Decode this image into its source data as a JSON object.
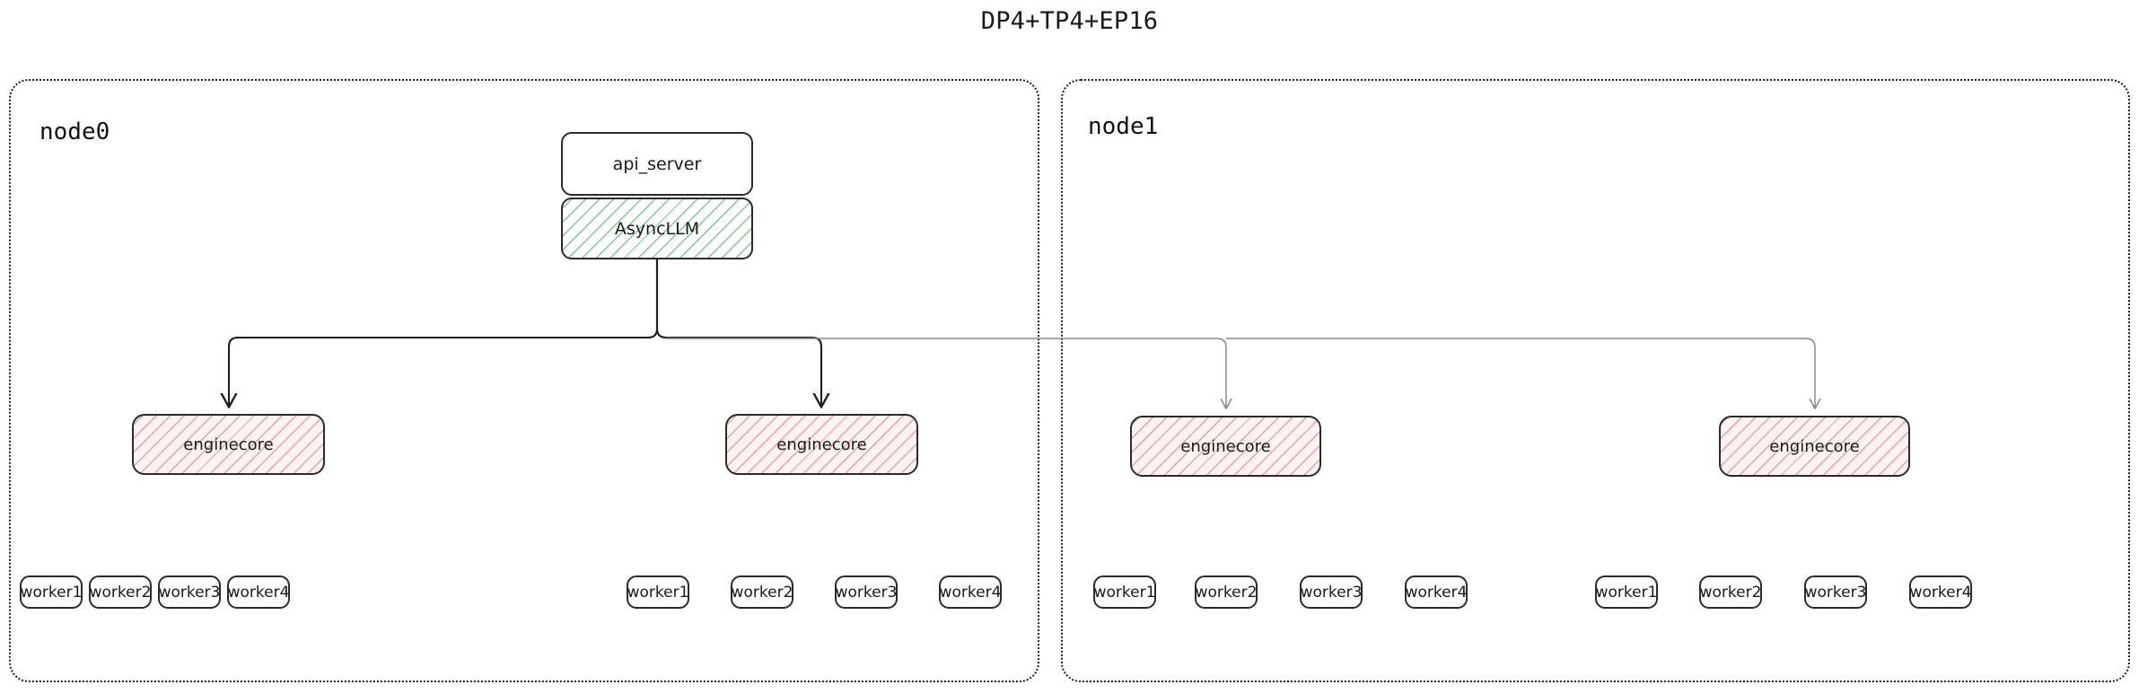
{
  "title": "DP4+TP4+EP16",
  "colors": {
    "background": "#ffffff",
    "stroke": "#2b2b2b",
    "container_border": "#1f1f1f",
    "async_hatch": "#68be78",
    "enginecore_hatch": "#e48282",
    "enginecore_fill": "#fdf3f3",
    "arrow_local": "#1f1f1f",
    "arrow_remote": "#8a8a8a"
  },
  "nodes": [
    {
      "id": "node0",
      "label": "node0",
      "api_server": {
        "label": "api_server"
      },
      "async_llm": {
        "label": "AsyncLLM"
      },
      "enginecores": [
        {
          "label": "enginecore",
          "workers": [
            {
              "label": "worker1"
            },
            {
              "label": "worker2"
            },
            {
              "label": "worker3"
            },
            {
              "label": "worker4"
            }
          ]
        },
        {
          "label": "enginecore",
          "workers": [
            {
              "label": "worker1"
            },
            {
              "label": "worker2"
            },
            {
              "label": "worker3"
            },
            {
              "label": "worker4"
            }
          ]
        }
      ]
    },
    {
      "id": "node1",
      "label": "node1",
      "enginecores": [
        {
          "label": "enginecore",
          "workers": [
            {
              "label": "worker1"
            },
            {
              "label": "worker2"
            },
            {
              "label": "worker3"
            },
            {
              "label": "worker4"
            }
          ]
        },
        {
          "label": "enginecore",
          "workers": [
            {
              "label": "worker1"
            },
            {
              "label": "worker2"
            },
            {
              "label": "worker3"
            },
            {
              "label": "worker4"
            }
          ]
        }
      ]
    }
  ]
}
